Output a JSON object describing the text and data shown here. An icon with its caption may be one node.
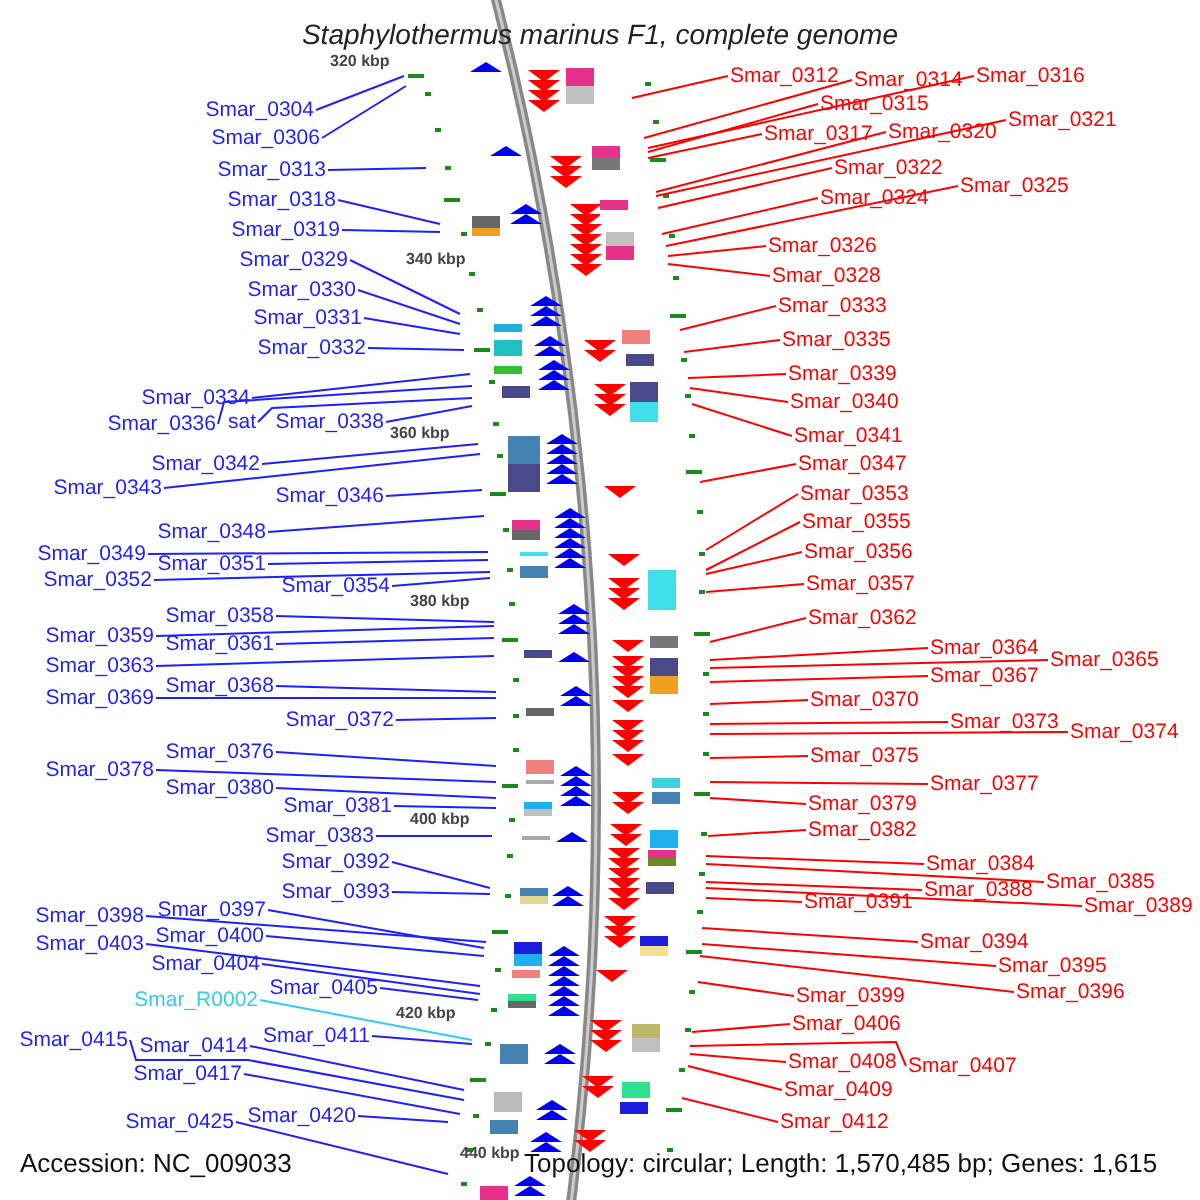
{
  "diagram": {
    "title": "Staphylothermus marinus F1, complete genome",
    "nodes": [
      {
        "text": [
          "Smar_0304"
        ]
      },
      {
        "text": [
          "Smar_0306"
        ]
      },
      {
        "text": [
          "Smar_0313"
        ]
      },
      {
        "text": [
          "Smar_0318"
        ]
      },
      {
        "text": [
          "Smar_0319"
        ]
      },
      {
        "text": [
          "Smar_0329"
        ]
      },
      {
        "text": [
          "Smar_0330"
        ]
      },
      {
        "text": [
          "Smar_0331"
        ]
      },
      {
        "text": [
          "Smar_0332"
        ]
      },
      {
        "text": [
          "Smar_0334"
        ]
      },
      {
        "text": [
          "Smar_0336"
        ]
      },
      {
        "text": [
          "sat"
        ]
      },
      {
        "text": [
          "Smar_0338"
        ]
      },
      {
        "text": [
          "Smar_0342"
        ]
      },
      {
        "text": [
          "Smar_0343"
        ]
      },
      {
        "text": [
          "Smar_0346"
        ]
      },
      {
        "text": [
          "Smar_0348"
        ]
      },
      {
        "text": [
          "Smar_0349"
        ]
      },
      {
        "text": [
          "Smar_0351"
        ]
      },
      {
        "text": [
          "Smar_0352"
        ]
      },
      {
        "text": [
          "Smar_0354"
        ]
      },
      {
        "text": [
          "Smar_0358"
        ]
      },
      {
        "text": [
          "Smar_0359"
        ]
      },
      {
        "text": [
          "Smar_0361"
        ]
      },
      {
        "text": [
          "Smar_0363"
        ]
      },
      {
        "text": [
          "Smar_0368"
        ]
      },
      {
        "text": [
          "Smar_0369"
        ]
      },
      {
        "text": [
          "Smar_0372"
        ]
      },
      {
        "text": [
          "Smar_0376"
        ]
      },
      {
        "text": [
          "Smar_0378"
        ]
      },
      {
        "text": [
          "Smar_0380"
        ]
      },
      {
        "text": [
          "Smar_0381"
        ]
      },
      {
        "text": [
          "Smar_0383"
        ]
      },
      {
        "text": [
          "Smar_0392"
        ]
      },
      {
        "text": [
          "Smar_0393"
        ]
      },
      {
        "text": [
          "Smar_0398"
        ]
      },
      {
        "text": [
          "Smar_0397"
        ]
      },
      {
        "text": [
          "Smar_0400"
        ]
      },
      {
        "text": [
          "Smar_0403"
        ]
      },
      {
        "text": [
          "Smar_0404"
        ]
      },
      {
        "text": [
          "Smar_0405"
        ]
      },
      {
        "text": [
          "Smar_R0002"
        ]
      },
      {
        "text": [
          "Smar_0411"
        ]
      },
      {
        "text": [
          "Smar_0415"
        ]
      },
      {
        "text": [
          "Smar_0414"
        ]
      },
      {
        "text": [
          "Smar_0417"
        ]
      },
      {
        "text": [
          "Smar_0420"
        ]
      },
      {
        "text": [
          "Smar_0425"
        ]
      },
      {
        "text": [
          "Smar_0312"
        ]
      },
      {
        "text": [
          "Smar_0314"
        ]
      },
      {
        "text": [
          "Smar_0316"
        ]
      },
      {
        "text": [
          "Smar_0315"
        ]
      },
      {
        "text": [
          "Smar_0317"
        ]
      },
      {
        "text": [
          "Smar_0320"
        ]
      },
      {
        "text": [
          "Smar_0321"
        ]
      },
      {
        "text": [
          "Smar_0322"
        ]
      },
      {
        "text": [
          "Smar_0324"
        ]
      },
      {
        "text": [
          "Smar_0325"
        ]
      },
      {
        "text": [
          "Smar_0326"
        ]
      },
      {
        "text": [
          "Smar_0328"
        ]
      },
      {
        "text": [
          "Smar_0333"
        ]
      },
      {
        "text": [
          "Smar_0335"
        ]
      },
      {
        "text": [
          "Smar_0339"
        ]
      },
      {
        "text": [
          "Smar_0340"
        ]
      },
      {
        "text": [
          "Smar_0341"
        ]
      },
      {
        "text": [
          "Smar_0347"
        ]
      },
      {
        "text": [
          "Smar_0353"
        ]
      },
      {
        "text": [
          "Smar_0355"
        ]
      },
      {
        "text": [
          "Smar_0356"
        ]
      },
      {
        "text": [
          "Smar_0357"
        ]
      },
      {
        "text": [
          "Smar_0362"
        ]
      },
      {
        "text": [
          "Smar_0364"
        ]
      },
      {
        "text": [
          "Smar_0365"
        ]
      },
      {
        "text": [
          "Smar_0367"
        ]
      },
      {
        "text": [
          "Smar_0370"
        ]
      },
      {
        "text": [
          "Smar_0373"
        ]
      },
      {
        "text": [
          "Smar_0374"
        ]
      },
      {
        "text": [
          "Smar_0375"
        ]
      },
      {
        "text": [
          "Smar_0377"
        ]
      },
      {
        "text": [
          "Smar_0379"
        ]
      },
      {
        "text": [
          "Smar_0382"
        ]
      },
      {
        "text": [
          "Smar_0384"
        ]
      },
      {
        "text": [
          "Smar_0385"
        ]
      },
      {
        "text": [
          "Smar_0388"
        ]
      },
      {
        "text": [
          "Smar_0389"
        ]
      },
      {
        "text": [
          "Smar_0391"
        ]
      },
      {
        "text": [
          "Smar_0394"
        ]
      },
      {
        "text": [
          "Smar_0395"
        ]
      },
      {
        "text": [
          "Smar_0396"
        ]
      },
      {
        "text": [
          "Smar_0399"
        ]
      },
      {
        "text": [
          "Smar_0406"
        ]
      },
      {
        "text": [
          "Smar_0408"
        ]
      },
      {
        "text": [
          "Smar_0407"
        ]
      },
      {
        "text": [
          "Smar_0409"
        ]
      },
      {
        "text": [
          "Smar_0412"
        ]
      }
    ],
    "edges": [
      {
        "from": 0,
        "to": null,
        "arrow": "none",
        "color": "#1f1fff"
      },
      {
        "from": 1,
        "to": null,
        "arrow": "none",
        "color": "#1f1fff"
      },
      {
        "from": 2,
        "to": null,
        "arrow": "none",
        "color": "#1f1fff"
      },
      {
        "from": 3,
        "to": null,
        "arrow": "none",
        "color": "#1f1fff"
      },
      {
        "from": 4,
        "to": null,
        "arrow": "none",
        "color": "#1f1fff"
      },
      {
        "from": 5,
        "to": null,
        "arrow": "none",
        "color": "#1f1fff"
      },
      {
        "from": 6,
        "to": null,
        "arrow": "none",
        "color": "#1f1fff"
      },
      {
        "from": 7,
        "to": null,
        "arrow": "none",
        "color": "#1f1fff"
      },
      {
        "from": 8,
        "to": null,
        "arrow": "none",
        "color": "#1f1fff"
      },
      {
        "from": 9,
        "to": null,
        "arrow": "none",
        "color": "#1f1fff"
      },
      {
        "from": 10,
        "to": null,
        "arrow": "none",
        "color": "#1f1fff"
      },
      {
        "from": 11,
        "to": null,
        "arrow": "none",
        "color": "#1f1fff"
      },
      {
        "from": 12,
        "to": null,
        "arrow": "none",
        "color": "#1f1fff"
      },
      {
        "from": 13,
        "to": null,
        "arrow": "none",
        "color": "#1f1fff"
      },
      {
        "from": 14,
        "to": null,
        "arrow": "none",
        "color": "#1f1fff"
      },
      {
        "from": 15,
        "to": null,
        "arrow": "none",
        "color": "#1f1fff"
      },
      {
        "from": 16,
        "to": null,
        "arrow": "none",
        "color": "#1f1fff"
      },
      {
        "from": 17,
        "to": null,
        "arrow": "none",
        "color": "#1f1fff"
      },
      {
        "from": 18,
        "to": null,
        "arrow": "none",
        "color": "#1f1fff"
      },
      {
        "from": 19,
        "to": null,
        "arrow": "none",
        "color": "#1f1fff"
      },
      {
        "from": 20,
        "to": null,
        "arrow": "none",
        "color": "#1f1fff"
      },
      {
        "from": 21,
        "to": null,
        "arrow": "none",
        "color": "#1f1fff"
      },
      {
        "from": 22,
        "to": null,
        "arrow": "none",
        "color": "#1f1fff"
      },
      {
        "from": 23,
        "to": null,
        "arrow": "none",
        "color": "#1f1fff"
      },
      {
        "from": 24,
        "to": null,
        "arrow": "none",
        "color": "#1f1fff"
      },
      {
        "from": 25,
        "to": null,
        "arrow": "none",
        "color": "#1f1fff"
      },
      {
        "from": 26,
        "to": null,
        "arrow": "none",
        "color": "#1f1fff"
      },
      {
        "from": 27,
        "to": null,
        "arrow": "none",
        "color": "#1f1fff"
      },
      {
        "from": 28,
        "to": null,
        "arrow": "none",
        "color": "#1f1fff"
      },
      {
        "from": 29,
        "to": null,
        "arrow": "none",
        "color": "#1f1fff"
      },
      {
        "from": 30,
        "to": null,
        "arrow": "none",
        "color": "#1f1fff"
      },
      {
        "from": 31,
        "to": null,
        "arrow": "none",
        "color": "#1f1fff"
      },
      {
        "from": 32,
        "to": null,
        "arrow": "none",
        "color": "#1f1fff"
      },
      {
        "from": 33,
        "to": null,
        "arrow": "none",
        "color": "#1f1fff"
      },
      {
        "from": 34,
        "to": null,
        "arrow": "none",
        "color": "#1f1fff"
      },
      {
        "from": 35,
        "to": null,
        "arrow": "none",
        "color": "#1f1fff"
      },
      {
        "from": 36,
        "to": null,
        "arrow": "none",
        "color": "#1f1fff"
      },
      {
        "from": 37,
        "to": null,
        "arrow": "none",
        "color": "#1f1fff"
      },
      {
        "from": 38,
        "to": null,
        "arrow": "none",
        "color": "#1f1fff"
      },
      {
        "from": 39,
        "to": null,
        "arrow": "none",
        "color": "#1f1fff"
      },
      {
        "from": 40,
        "to": null,
        "arrow": "none",
        "color": "#1f1fff"
      },
      {
        "from": 41,
        "to": null,
        "arrow": "none",
        "color": "#33ccee"
      },
      {
        "from": 42,
        "to": null,
        "arrow": "none",
        "color": "#1f1fff"
      },
      {
        "from": 43,
        "to": null,
        "arrow": "none",
        "color": "#1f1fff"
      },
      {
        "from": 44,
        "to": null,
        "arrow": "none",
        "color": "#1f1fff"
      },
      {
        "from": 45,
        "to": null,
        "arrow": "none",
        "color": "#1f1fff"
      },
      {
        "from": 46,
        "to": null,
        "arrow": "none",
        "color": "#1f1fff"
      },
      {
        "from": 47,
        "to": null,
        "arrow": "none",
        "color": "#1f1fff"
      },
      {
        "from": 48,
        "to": null,
        "arrow": "none",
        "color": "#ff0000"
      },
      {
        "from": 49,
        "to": null,
        "arrow": "none",
        "color": "#ff0000"
      },
      {
        "from": 50,
        "to": null,
        "arrow": "none",
        "color": "#ff0000"
      },
      {
        "from": 51,
        "to": null,
        "arrow": "none",
        "color": "#ff0000"
      },
      {
        "from": 52,
        "to": null,
        "arrow": "none",
        "color": "#ff0000"
      },
      {
        "from": 53,
        "to": null,
        "arrow": "none",
        "color": "#ff0000"
      },
      {
        "from": 54,
        "to": null,
        "arrow": "none",
        "color": "#ff0000"
      },
      {
        "from": 55,
        "to": null,
        "arrow": "none",
        "color": "#ff0000"
      },
      {
        "from": 56,
        "to": null,
        "arrow": "none",
        "color": "#ff0000"
      },
      {
        "from": 57,
        "to": null,
        "arrow": "none",
        "color": "#ff0000"
      },
      {
        "from": 58,
        "to": null,
        "arrow": "none",
        "color": "#ff0000"
      },
      {
        "from": 59,
        "to": null,
        "arrow": "none",
        "color": "#ff0000"
      },
      {
        "from": 60,
        "to": null,
        "arrow": "none",
        "color": "#ff0000"
      },
      {
        "from": 61,
        "to": null,
        "arrow": "none",
        "color": "#ff0000"
      },
      {
        "from": 62,
        "to": null,
        "arrow": "none",
        "color": "#ff0000"
      },
      {
        "from": 63,
        "to": null,
        "arrow": "none",
        "color": "#ff0000"
      },
      {
        "from": 64,
        "to": null,
        "arrow": "none",
        "color": "#ff0000"
      },
      {
        "from": 65,
        "to": null,
        "arrow": "none",
        "color": "#ff0000"
      },
      {
        "from": 66,
        "to": null,
        "arrow": "none",
        "color": "#ff0000"
      },
      {
        "from": 67,
        "to": null,
        "arrow": "none",
        "color": "#ff0000"
      },
      {
        "from": 68,
        "to": null,
        "arrow": "none",
        "color": "#ff0000"
      },
      {
        "from": 69,
        "to": null,
        "arrow": "none",
        "color": "#ff0000"
      },
      {
        "from": 70,
        "to": null,
        "arrow": "none",
        "color": "#ff0000"
      },
      {
        "from": 71,
        "to": null,
        "arrow": "none",
        "color": "#ff0000"
      },
      {
        "from": 72,
        "to": null,
        "arrow": "none",
        "color": "#ff0000"
      },
      {
        "from": 73,
        "to": null,
        "arrow": "none",
        "color": "#ff0000"
      },
      {
        "from": 74,
        "to": null,
        "arrow": "none",
        "color": "#ff0000"
      },
      {
        "from": 75,
        "to": null,
        "arrow": "none",
        "color": "#ff0000"
      },
      {
        "from": 76,
        "to": null,
        "arrow": "none",
        "color": "#ff0000"
      },
      {
        "from": 77,
        "to": null,
        "arrow": "none",
        "color": "#ff0000"
      },
      {
        "from": 78,
        "to": null,
        "arrow": "none",
        "color": "#ff0000"
      },
      {
        "from": 79,
        "to": null,
        "arrow": "none",
        "color": "#ff0000"
      },
      {
        "from": 80,
        "to": null,
        "arrow": "none",
        "color": "#ff0000"
      },
      {
        "from": 81,
        "to": null,
        "arrow": "none",
        "color": "#ff0000"
      },
      {
        "from": 82,
        "to": null,
        "arrow": "none",
        "color": "#ff0000"
      },
      {
        "from": 83,
        "to": null,
        "arrow": "none",
        "color": "#ff0000"
      },
      {
        "from": 84,
        "to": null,
        "arrow": "none",
        "color": "#ff0000"
      },
      {
        "from": 85,
        "to": null,
        "arrow": "none",
        "color": "#ff0000"
      },
      {
        "from": 86,
        "to": null,
        "arrow": "none",
        "color": "#ff0000"
      },
      {
        "from": 87,
        "to": null,
        "arrow": "none",
        "color": "#ff0000"
      },
      {
        "from": 88,
        "to": null,
        "arrow": "none",
        "color": "#ff0000"
      },
      {
        "from": 89,
        "to": null,
        "arrow": "none",
        "color": "#ff0000"
      },
      {
        "from": 90,
        "to": null,
        "arrow": "none",
        "color": "#ff0000"
      },
      {
        "from": 91,
        "to": null,
        "arrow": "none",
        "color": "#ff0000"
      },
      {
        "from": 92,
        "to": null,
        "arrow": "none",
        "color": "#ff0000"
      },
      {
        "from": 93,
        "to": null,
        "arrow": "none",
        "color": "#ff0000"
      },
      {
        "from": 94,
        "to": null,
        "arrow": "none",
        "color": "#ff0000"
      }
    ],
    "labels": [
      "320 kbp",
      "340 kbp",
      "360 kbp",
      "380 kbp",
      "400 kbp",
      "420 kbp",
      "440 kbp",
      "Accession: NC_009033",
      "Topology: circular; Length: 1,570,485 bp; Genes: 1,615"
    ]
  }
}
